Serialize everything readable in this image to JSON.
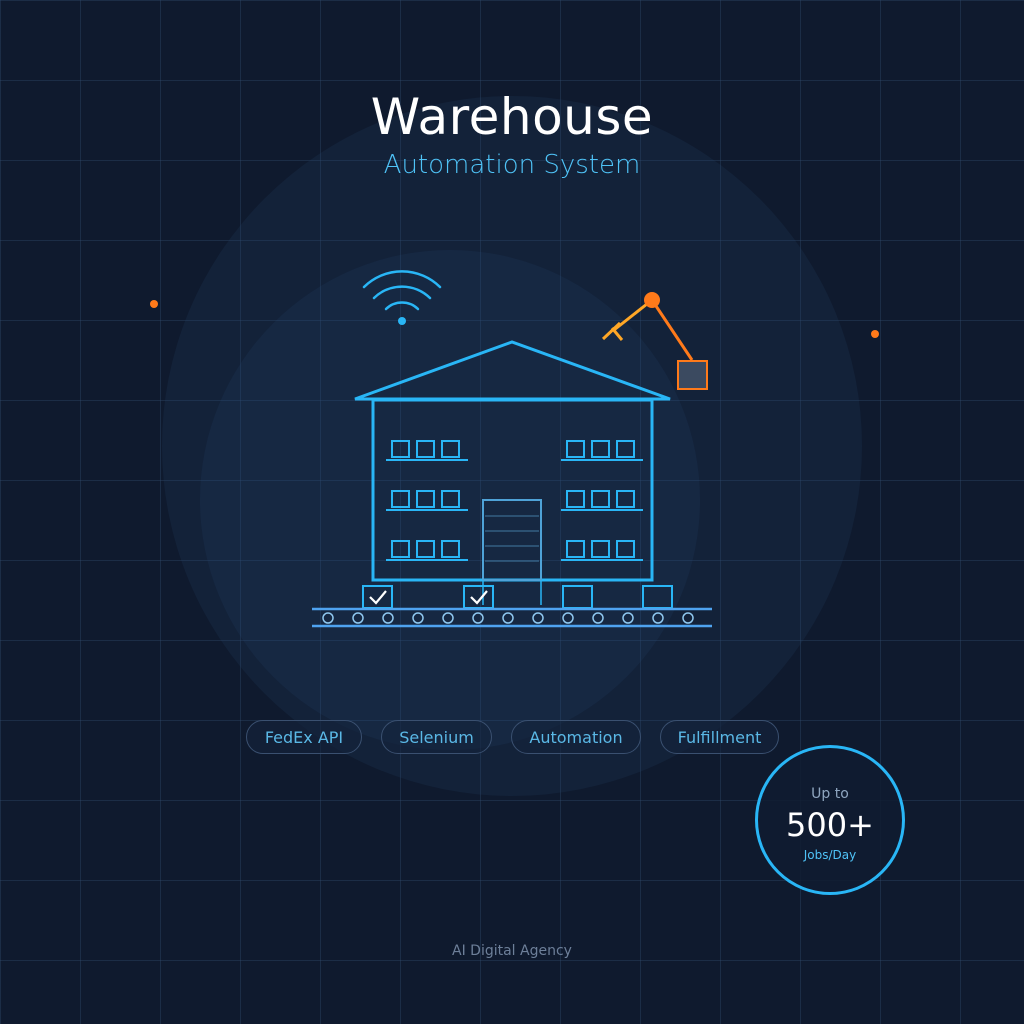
{
  "header": {
    "title": "Warehouse",
    "subtitle": "Automation System"
  },
  "tags": [
    {
      "label": "FedEx API"
    },
    {
      "label": "Selenium"
    },
    {
      "label": "Automation"
    },
    {
      "label": "Fulfillment"
    }
  ],
  "stat": {
    "prefix": "Up to",
    "value": "500+",
    "unit": "Jobs/Day"
  },
  "footer": {
    "text": "AI Digital Agency"
  },
  "icons": {
    "wifi": "wifi-icon",
    "warehouse": "warehouse-illustration",
    "robot_arm": "robotic-arm-icon",
    "conveyor": "conveyor-belt",
    "check": "checkmark-icon"
  },
  "colors": {
    "background": "#0f1a2e",
    "primary": "#29b6f6",
    "accent": "#ff7a1a",
    "text": "#ffffff",
    "muted": "#6d7f99"
  }
}
